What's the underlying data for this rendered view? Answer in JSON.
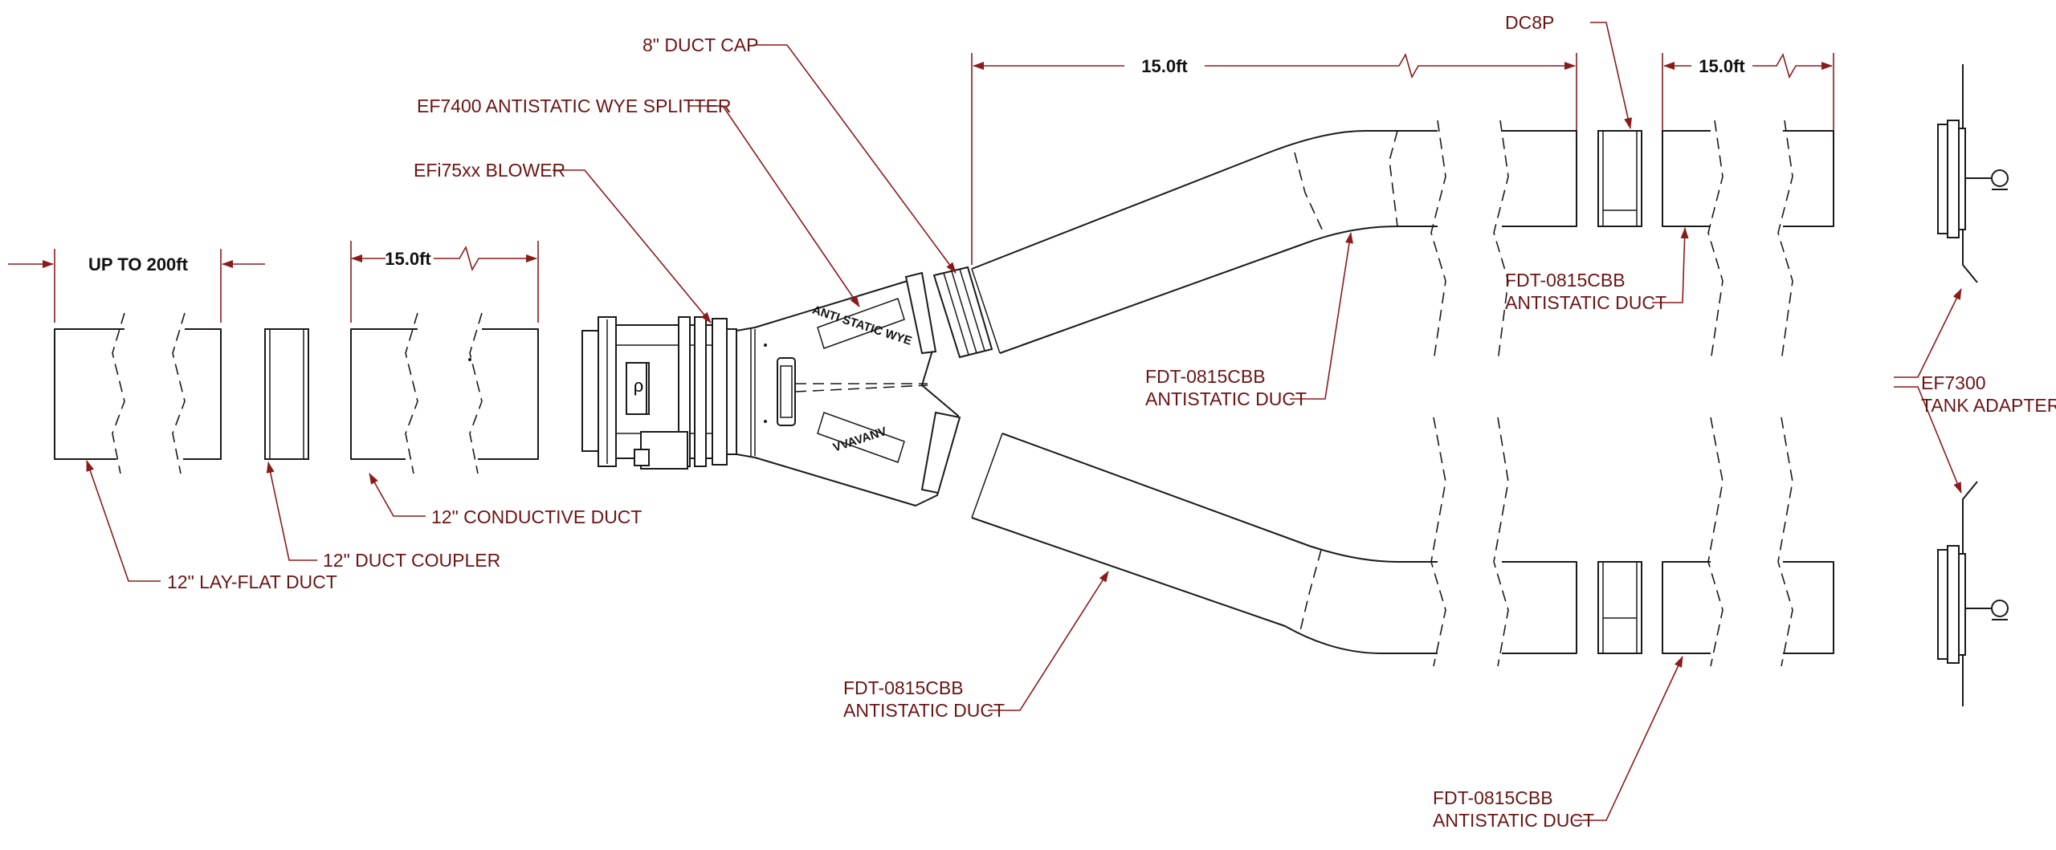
{
  "dimensions": {
    "lay_flat_length": "UP TO 200ft",
    "conductive_length": "15.0ft",
    "upper_run_length": "15.0ft",
    "right_run_length": "15.0ft"
  },
  "callouts": {
    "duct_cap": "8\" DUCT CAP",
    "wye_splitter": "EF7400 ANTISTATIC WYE SPLITTER",
    "blower": "EFi75xx BLOWER",
    "dc8p": "DC8P",
    "fdt_upper_right_1": "FDT-0815CBB",
    "fdt_upper_right_2": "ANTISTATIC DUCT",
    "fdt_upper_mid_1": "FDT-0815CBB",
    "fdt_upper_mid_2": "ANTISTATIC DUCT",
    "tank_adapter_1": "EF7300",
    "tank_adapter_2": "TANK ADAPTER",
    "conductive_duct": "12\" CONDUCTIVE DUCT",
    "duct_coupler": "12\" DUCT COUPLER",
    "lay_flat_duct": "12\" LAY-FLAT DUCT",
    "fdt_lower_mid_1": "FDT-0815CBB",
    "fdt_lower_mid_2": "ANTISTATIC DUCT",
    "fdt_lower_right_1": "FDT-0815CBB",
    "fdt_lower_right_2": "ANTISTATIC DUCT"
  },
  "stamps": {
    "wye_top": "ANTI STATIC WYE",
    "wye_bottom": "VVAVANV"
  },
  "colors": {
    "line": "#1a1a1a",
    "leader": "#8b1a1a",
    "label": "#6b1414"
  }
}
